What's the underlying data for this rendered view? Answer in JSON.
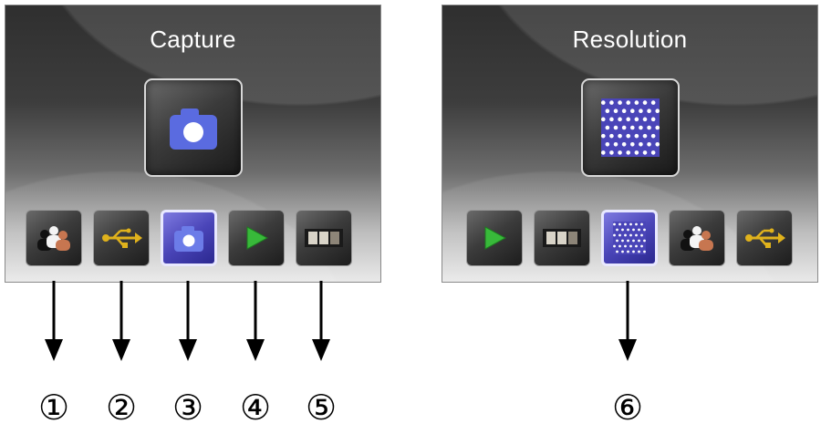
{
  "screens": [
    {
      "title": "Capture",
      "main_icon": "camera-icon",
      "menu": [
        {
          "icon": "people-icon",
          "selected": false
        },
        {
          "icon": "usb-icon",
          "selected": false
        },
        {
          "icon": "camera-icon",
          "selected": true
        },
        {
          "icon": "play-icon",
          "selected": false
        },
        {
          "icon": "film-icon",
          "selected": false
        }
      ]
    },
    {
      "title": "Resolution",
      "main_icon": "resolution-dots-icon",
      "menu": [
        {
          "icon": "play-icon",
          "selected": false
        },
        {
          "icon": "film-icon",
          "selected": false
        },
        {
          "icon": "resolution-dots-icon",
          "selected": true
        },
        {
          "icon": "people-icon",
          "selected": false
        },
        {
          "icon": "usb-icon",
          "selected": false
        }
      ]
    }
  ],
  "markers": [
    "①",
    "②",
    "③",
    "④",
    "⑤",
    "⑥"
  ],
  "colors": {
    "selection_blue": "#4a45b8",
    "camera_blue": "#5a6be0",
    "usb_yellow": "#e0b21c",
    "play_green": "#38b93a"
  }
}
